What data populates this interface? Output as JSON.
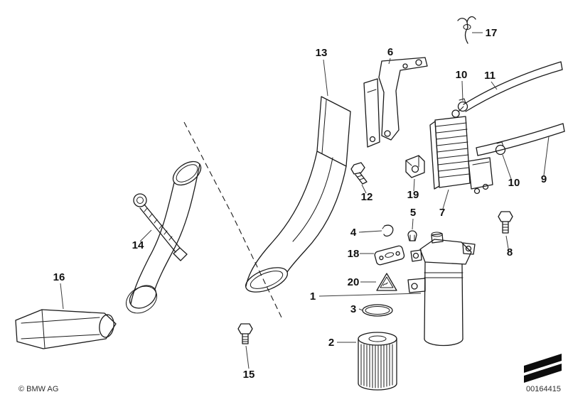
{
  "diagram": {
    "description": "Exploded parts diagram - air duct, intake pipes and fuel filter with heating element",
    "callouts": [
      {
        "label": "13"
      },
      {
        "label": "6"
      },
      {
        "label": "17"
      },
      {
        "label": "10"
      },
      {
        "label": "11"
      },
      {
        "label": "9"
      },
      {
        "label": "10"
      },
      {
        "label": "7"
      },
      {
        "label": "12"
      },
      {
        "label": "19"
      },
      {
        "label": "5"
      },
      {
        "label": "8"
      },
      {
        "label": "4"
      },
      {
        "label": "18"
      },
      {
        "label": "20"
      },
      {
        "label": "1"
      },
      {
        "label": "3"
      },
      {
        "label": "2"
      },
      {
        "label": "14"
      },
      {
        "label": "16"
      },
      {
        "label": "15"
      }
    ]
  },
  "footer": {
    "copyright": "© BMW AG",
    "image_number": "00164415",
    "logo_icon": "bmw-parts-catalog-logo"
  },
  "colors": {
    "line": "#1b1b1b",
    "background": "#ffffff"
  }
}
